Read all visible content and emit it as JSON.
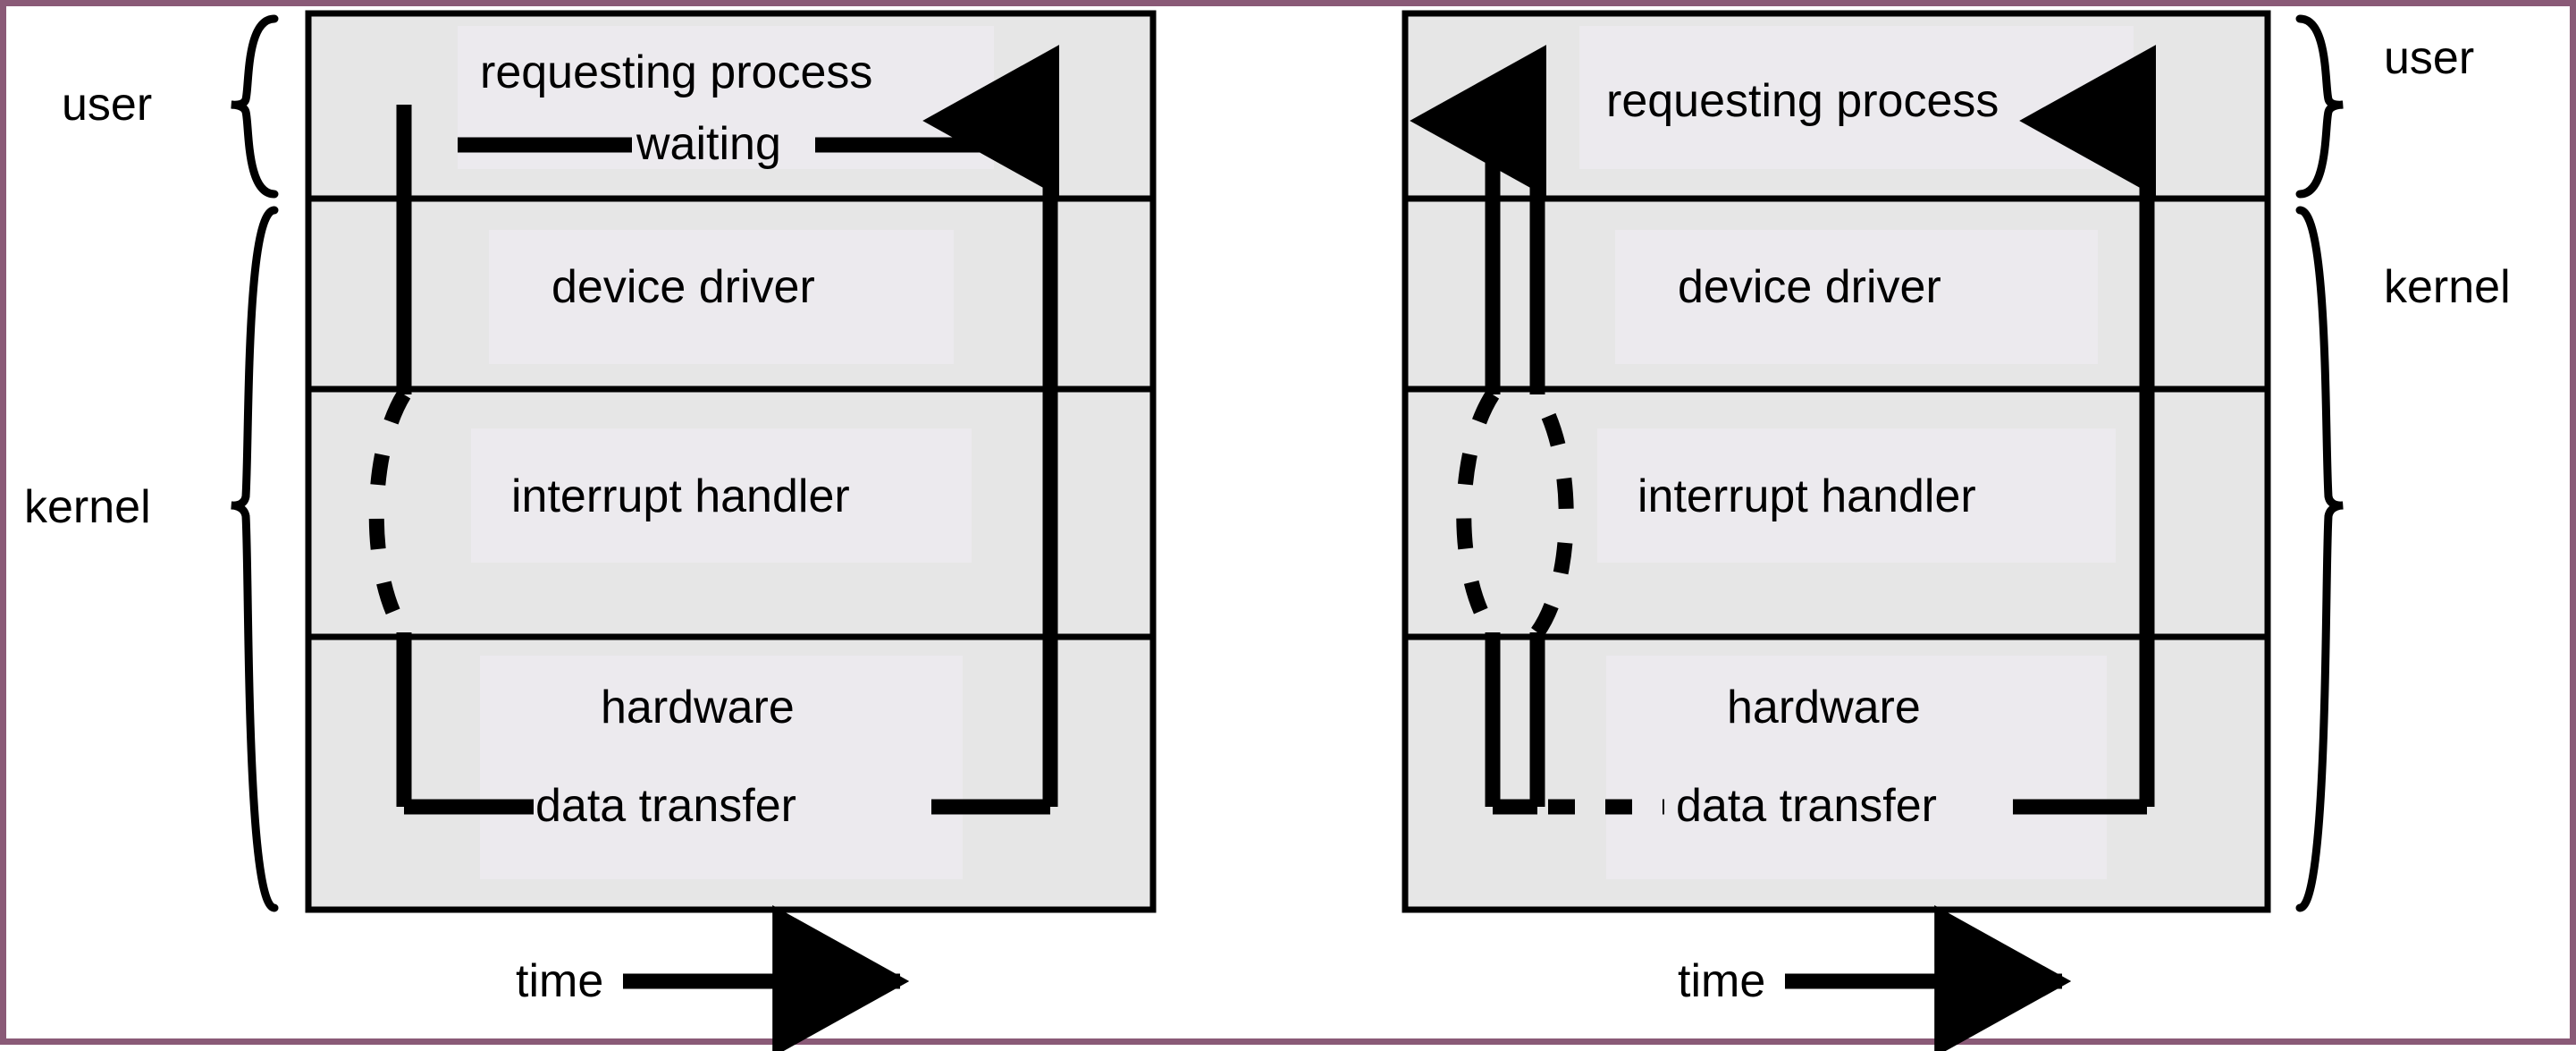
{
  "figure": {
    "border_color": "#8a5a77",
    "panel_fill": "#e6e6e6",
    "stroke_color": "#000000",
    "label_band_fill": "#e8e6ea"
  },
  "panels": [
    {
      "id": "synchronous",
      "position": "left",
      "rows": [
        {
          "id": "requesting-process",
          "label": "requesting process",
          "zone": "user"
        },
        {
          "id": "device-driver",
          "label": "device driver",
          "zone": "kernel"
        },
        {
          "id": "interrupt-handler",
          "label": "interrupt handler",
          "zone": "kernel"
        },
        {
          "id": "hardware",
          "label": "hardware",
          "zone": "kernel"
        }
      ],
      "inline_labels": [
        {
          "id": "waiting",
          "label": "waiting",
          "row": "requesting-process"
        },
        {
          "id": "data-transfer",
          "label": "data transfer",
          "row": "hardware"
        }
      ],
      "brace_labels": [
        {
          "id": "user",
          "label": "user",
          "side": "left"
        },
        {
          "id": "kernel",
          "label": "kernel",
          "side": "left"
        }
      ],
      "axis": {
        "id": "time-axis",
        "label": "time",
        "direction": "right"
      }
    },
    {
      "id": "asynchronous",
      "position": "right",
      "rows": [
        {
          "id": "requesting-process",
          "label": "requesting process",
          "zone": "user"
        },
        {
          "id": "device-driver",
          "label": "device driver",
          "zone": "kernel"
        },
        {
          "id": "interrupt-handler",
          "label": "interrupt handler",
          "zone": "kernel"
        },
        {
          "id": "hardware",
          "label": "hardware",
          "zone": "kernel"
        }
      ],
      "inline_labels": [
        {
          "id": "data-transfer",
          "label": "data transfer",
          "row": "hardware"
        }
      ],
      "brace_labels": [
        {
          "id": "user",
          "label": "user",
          "side": "right"
        },
        {
          "id": "kernel",
          "label": "kernel",
          "side": "right"
        }
      ],
      "axis": {
        "id": "time-axis",
        "label": "time",
        "direction": "right"
      }
    }
  ],
  "text": {
    "requesting_process": "requesting process",
    "device_driver": "device driver",
    "interrupt_handler": "interrupt handler",
    "hardware": "hardware",
    "waiting": "waiting",
    "data_transfer": "data transfer",
    "user": "user",
    "kernel": "kernel",
    "time": "time"
  }
}
